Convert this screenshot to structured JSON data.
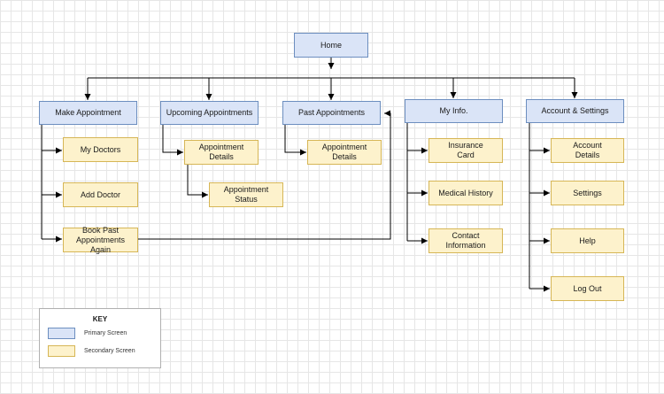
{
  "colors": {
    "primary_fill": "#dae4f7",
    "primary_border": "#6c8ebf",
    "secondary_fill": "#fdf2cc",
    "secondary_border": "#d6b656",
    "line": "#000000"
  },
  "nodes": {
    "home": "Home",
    "make_appointment": "Make Appointment",
    "upcoming_appointments": "Upcoming Appointments",
    "past_appointments": "Past Appointments",
    "my_info": "My Info.",
    "account_settings": "Account & Settings",
    "my_doctors": "My Doctors",
    "add_doctor": "Add Doctor",
    "book_past_appointments_again": "Book Past\nAppointments Again",
    "upcoming_appointment_details": "Appointment\nDetails",
    "appointment_status": "Appointment\nStatus",
    "past_appointment_details": "Appointment\nDetails",
    "insurance_card": "Insurance\nCard",
    "medical_history": "Medical History",
    "contact_information": "Contact Information",
    "account_details": "Account\nDetails",
    "settings": "Settings",
    "help": "Help",
    "log_out": "Log Out"
  },
  "key": {
    "title": "KEY",
    "primary_label": "Primary Screen",
    "secondary_label": "Secondary Screen"
  }
}
